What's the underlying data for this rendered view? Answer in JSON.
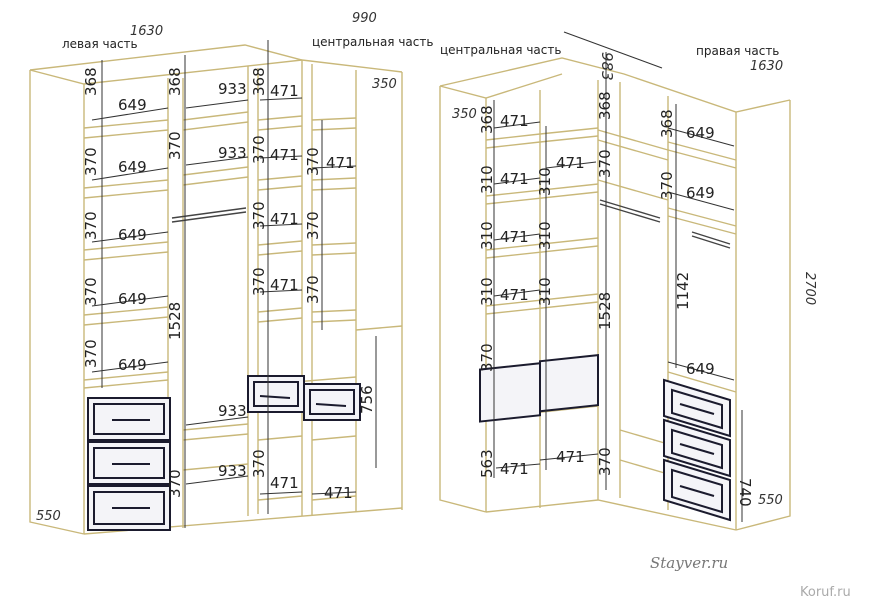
{
  "labels": {
    "left_part": "левая часть",
    "central_part_a": "центральная часть",
    "central_part_b": "центральная часть",
    "right_part": "правая часть"
  },
  "dimensions": {
    "left_width": "1630",
    "central_width_a": "990",
    "depth_a": "350",
    "depth_b": "350",
    "central_width_b": "983",
    "right_width": "1630",
    "height": "2700",
    "depth_left": "550",
    "depth_right": "550",
    "shelf_649": "649",
    "shelf_933": "933",
    "shelf_471": "471",
    "h_368": "368",
    "h_370": "370",
    "h_1528": "1528",
    "h_756": "756",
    "h_310": "310",
    "h_563": "563",
    "h_1142": "1142",
    "h_740": "740"
  },
  "watermarks": {
    "site": "Stayver.ru",
    "corner": "Koruf.ru"
  },
  "colors": {
    "panel": "#c9b87a",
    "line": "#333333",
    "drawer": "#1b1b2e"
  }
}
